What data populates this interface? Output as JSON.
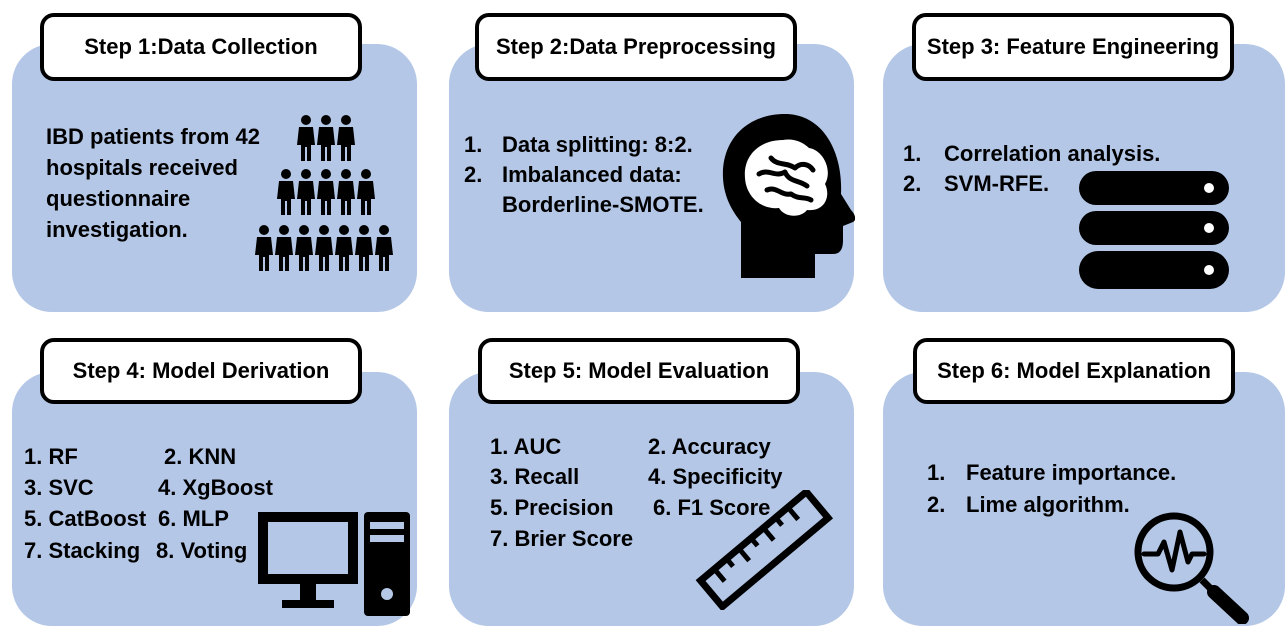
{
  "steps": [
    {
      "title": "Step 1:Data Collection",
      "text": [
        "IBD patients from 42",
        "hospitals received",
        "questionnaire",
        "investigation."
      ],
      "icon": "people-pyramid-icon"
    },
    {
      "title": "Step 2:Data Preprocessing",
      "items": [
        [
          "1.",
          "Data splitting: 8:2."
        ],
        [
          "2.",
          "Imbalanced data:"
        ],
        [
          "",
          "Borderline-SMOTE."
        ]
      ],
      "icon": "brain-head-icon"
    },
    {
      "title": "Step 3: Feature Engineering",
      "items": [
        [
          "1.",
          "Correlation analysis."
        ],
        [
          "2.",
          "SVM-RFE."
        ]
      ],
      "icon": "database-icon"
    },
    {
      "title": "Step 4: Model Derivation",
      "items": [
        "1. RF",
        "2. KNN",
        "3. SVC",
        "4. XgBoost",
        "5. CatBoost",
        "6. MLP",
        "7. Stacking",
        "8. Voting"
      ],
      "icon": "computer-icon"
    },
    {
      "title": "Step 5: Model Evaluation",
      "items": [
        "1. AUC",
        "2. Accuracy",
        "3. Recall",
        "4. Specificity",
        "5. Precision",
        "6. F1 Score",
        "7. Brier Score"
      ],
      "icon": "ruler-icon"
    },
    {
      "title": "Step 6: Model Explanation",
      "items": [
        [
          "1.",
          "Feature importance."
        ],
        [
          "2.",
          "Lime algorithm."
        ]
      ],
      "icon": "magnifier-waveform-icon"
    }
  ],
  "colors": {
    "panel": "#b4c7e7",
    "header_bg": "#ffffff",
    "border": "#000000"
  }
}
